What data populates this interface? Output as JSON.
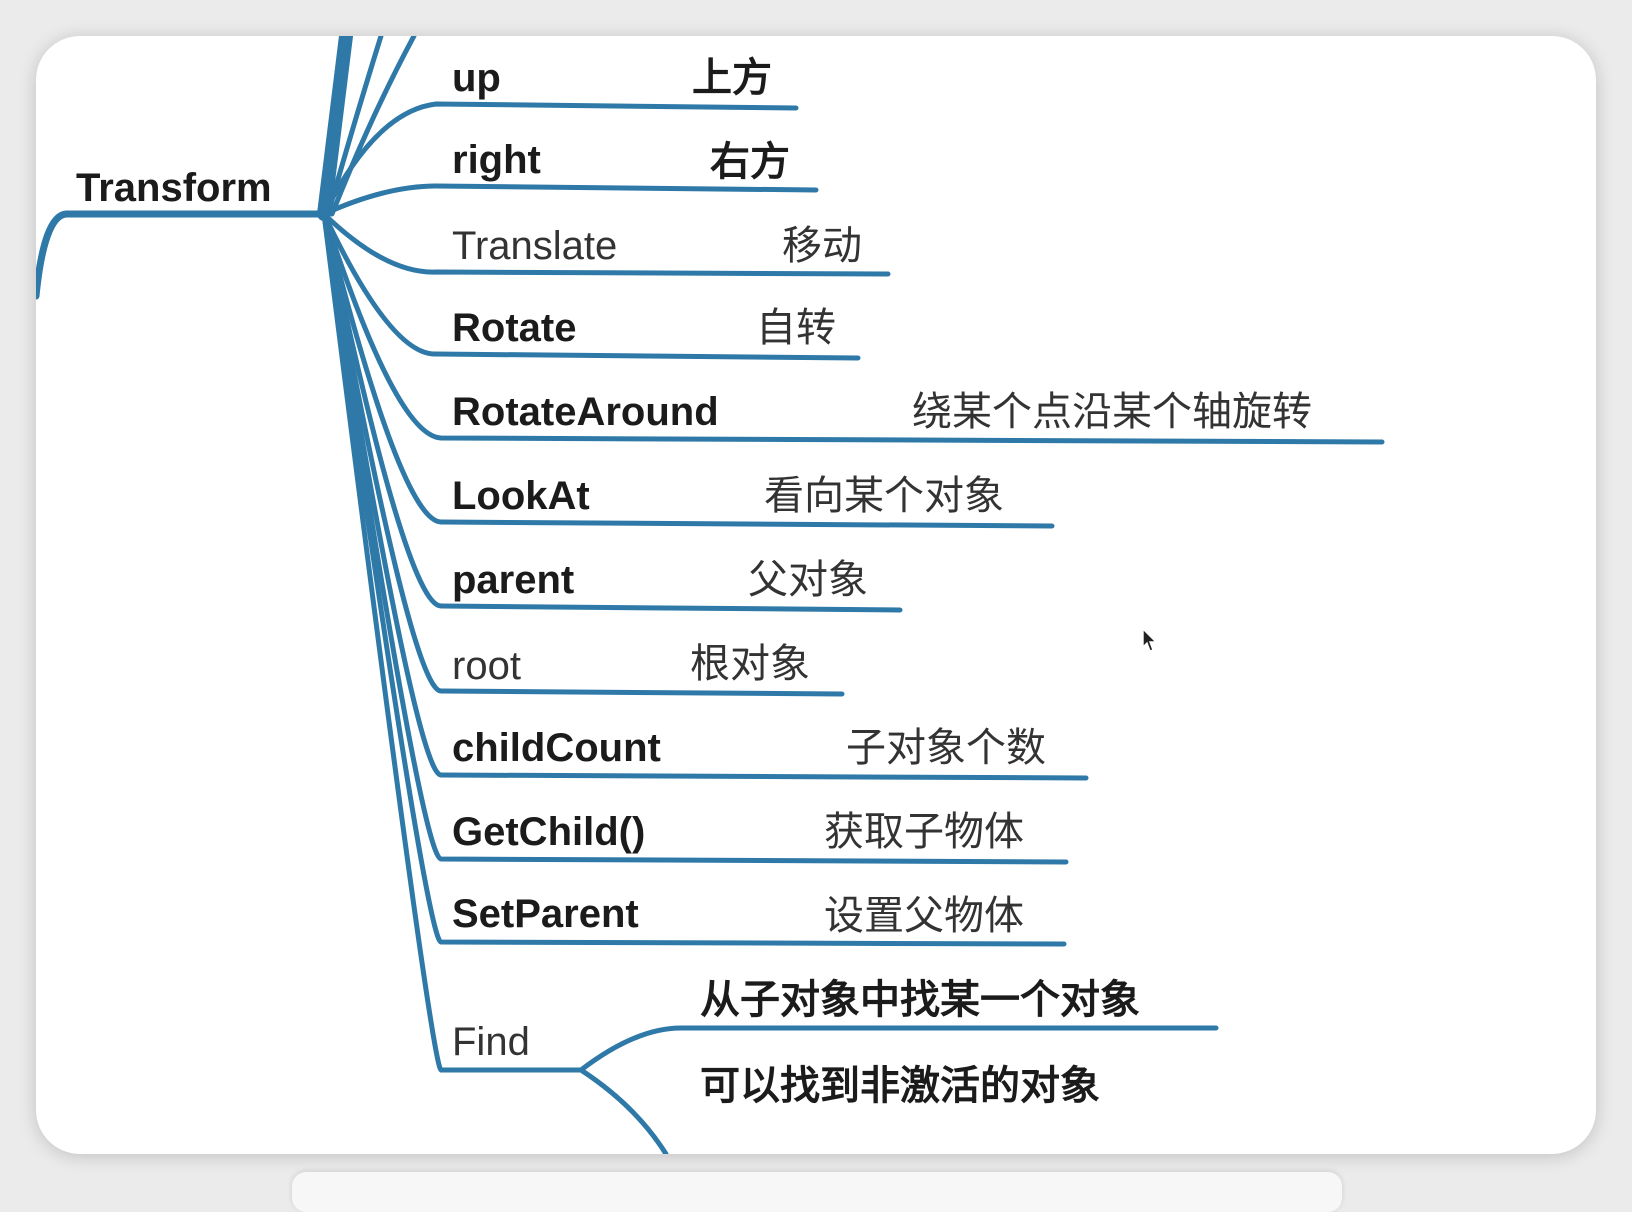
{
  "mindmap": {
    "root": "Transform",
    "branch_color": "#2e79a8",
    "nodes": [
      {
        "name": "up",
        "desc": "上方",
        "bold": true
      },
      {
        "name": "right",
        "desc": "右方",
        "bold": true
      },
      {
        "name": "Translate",
        "desc": "移动",
        "bold": false
      },
      {
        "name": "Rotate",
        "desc": "自转",
        "bold": true
      },
      {
        "name": "RotateAround",
        "desc": "绕某个点沿某个轴旋转",
        "bold": true
      },
      {
        "name": "LookAt",
        "desc": "看向某个对象",
        "bold": true
      },
      {
        "name": "parent",
        "desc": "父对象",
        "bold": true
      },
      {
        "name": "root",
        "desc": "根对象",
        "bold": false
      },
      {
        "name": "childCount",
        "desc": "子对象个数",
        "bold": true
      },
      {
        "name": "GetChild()",
        "desc": "获取子物体",
        "bold": true
      },
      {
        "name": "SetParent",
        "desc": "设置父物体",
        "bold": true
      },
      {
        "name": "Find",
        "desc": [
          "从子对象中找某一个对象",
          "可以找到非激活的对象"
        ],
        "bold": false
      }
    ]
  }
}
